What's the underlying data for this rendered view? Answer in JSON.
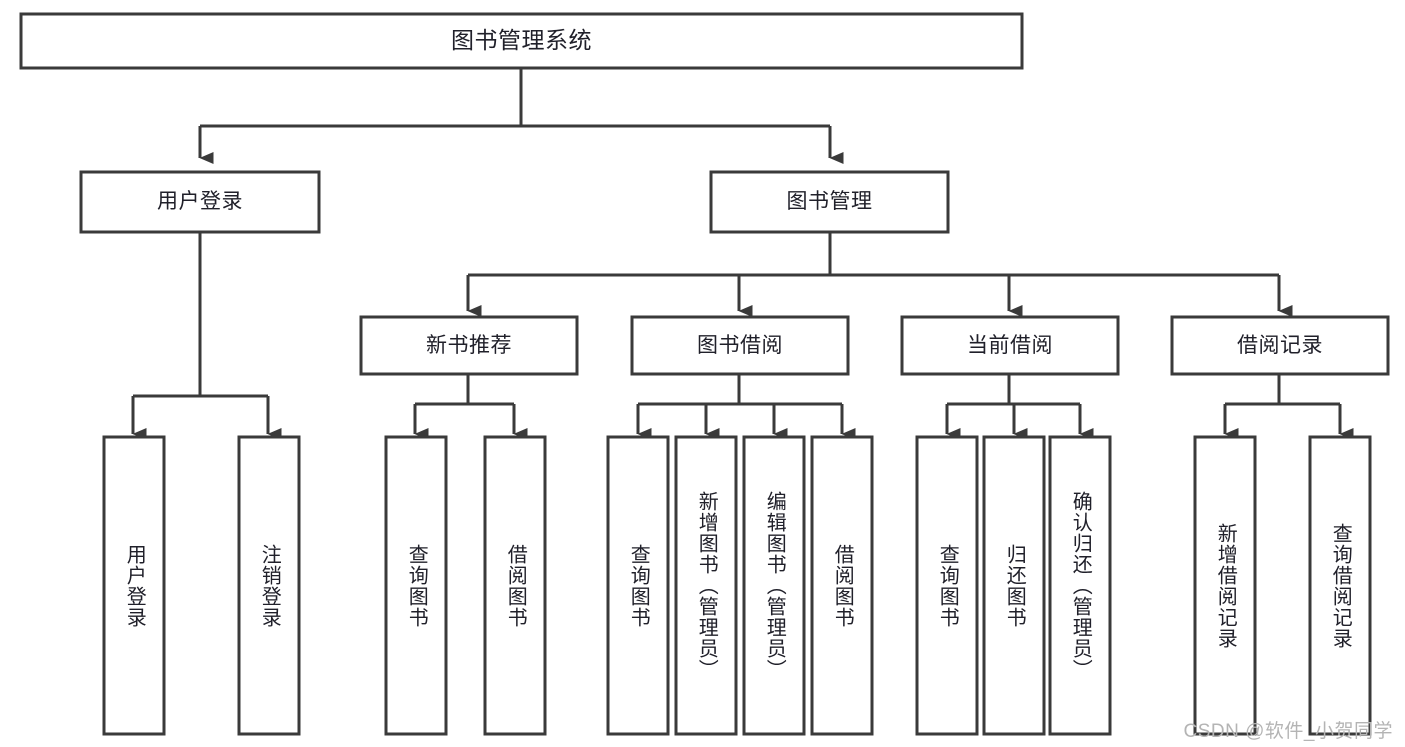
{
  "diagram": {
    "type": "tree-hierarchy",
    "title": "图书管理系统",
    "watermark": "CSDN @软件_小贺同学",
    "colors": {
      "box_stroke": "#3a3a3a",
      "box_fill": "#ffffff",
      "connector": "#3a3a3a",
      "text": "#20202a",
      "background": "#ffffff",
      "watermark": "#b4b4b4"
    },
    "root": {
      "label": "图书管理系统"
    },
    "level2": [
      {
        "id": "user-login",
        "label": "用户登录"
      },
      {
        "id": "book-management",
        "label": "图书管理"
      }
    ],
    "level3": [
      {
        "id": "new-book-recommend",
        "label": "新书推荐",
        "parent": "book-management"
      },
      {
        "id": "book-borrow",
        "label": "图书借阅",
        "parent": "book-management"
      },
      {
        "id": "current-borrow",
        "label": "当前借阅",
        "parent": "book-management"
      },
      {
        "id": "borrow-record",
        "label": "借阅记录",
        "parent": "book-management"
      }
    ],
    "leaves": {
      "user-login": [
        {
          "id": "leaf-user-login",
          "label": "用户登录"
        },
        {
          "id": "leaf-logout-login",
          "label": "注销登录"
        }
      ],
      "new-book-recommend": [
        {
          "id": "leaf-query-book-1",
          "label": "查询图书"
        },
        {
          "id": "leaf-borrow-book-1",
          "label": "借阅图书"
        }
      ],
      "book-borrow": [
        {
          "id": "leaf-query-book-2",
          "label": "查询图书"
        },
        {
          "id": "leaf-add-book",
          "label": "新增图书（管理员）"
        },
        {
          "id": "leaf-edit-book",
          "label": "编辑图书（管理员）"
        },
        {
          "id": "leaf-borrow-book-2",
          "label": "借阅图书"
        }
      ],
      "current-borrow": [
        {
          "id": "leaf-query-book-3",
          "label": "查询图书"
        },
        {
          "id": "leaf-return-book",
          "label": "归还图书"
        },
        {
          "id": "leaf-confirm-return",
          "label": "确认归还（管理员）"
        }
      ],
      "borrow-record": [
        {
          "id": "leaf-add-record",
          "label": "新增借阅记录"
        },
        {
          "id": "leaf-query-record",
          "label": "查询借阅记录"
        }
      ]
    }
  }
}
